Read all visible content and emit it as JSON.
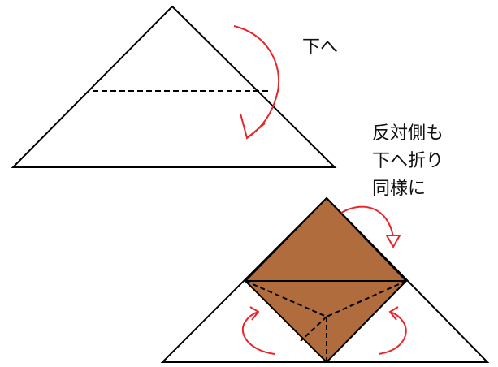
{
  "diagram": {
    "step1_label": "下へ",
    "step2_lines": [
      "反対側も",
      "下へ折り",
      "同様に"
    ]
  },
  "colors": {
    "outline": "#000000",
    "arrow": "#e8262a",
    "paper_brown": "#b06c3c",
    "paper_white": "#ffffff"
  },
  "icons": [
    "curved-arrow-icon",
    "fold-line"
  ]
}
